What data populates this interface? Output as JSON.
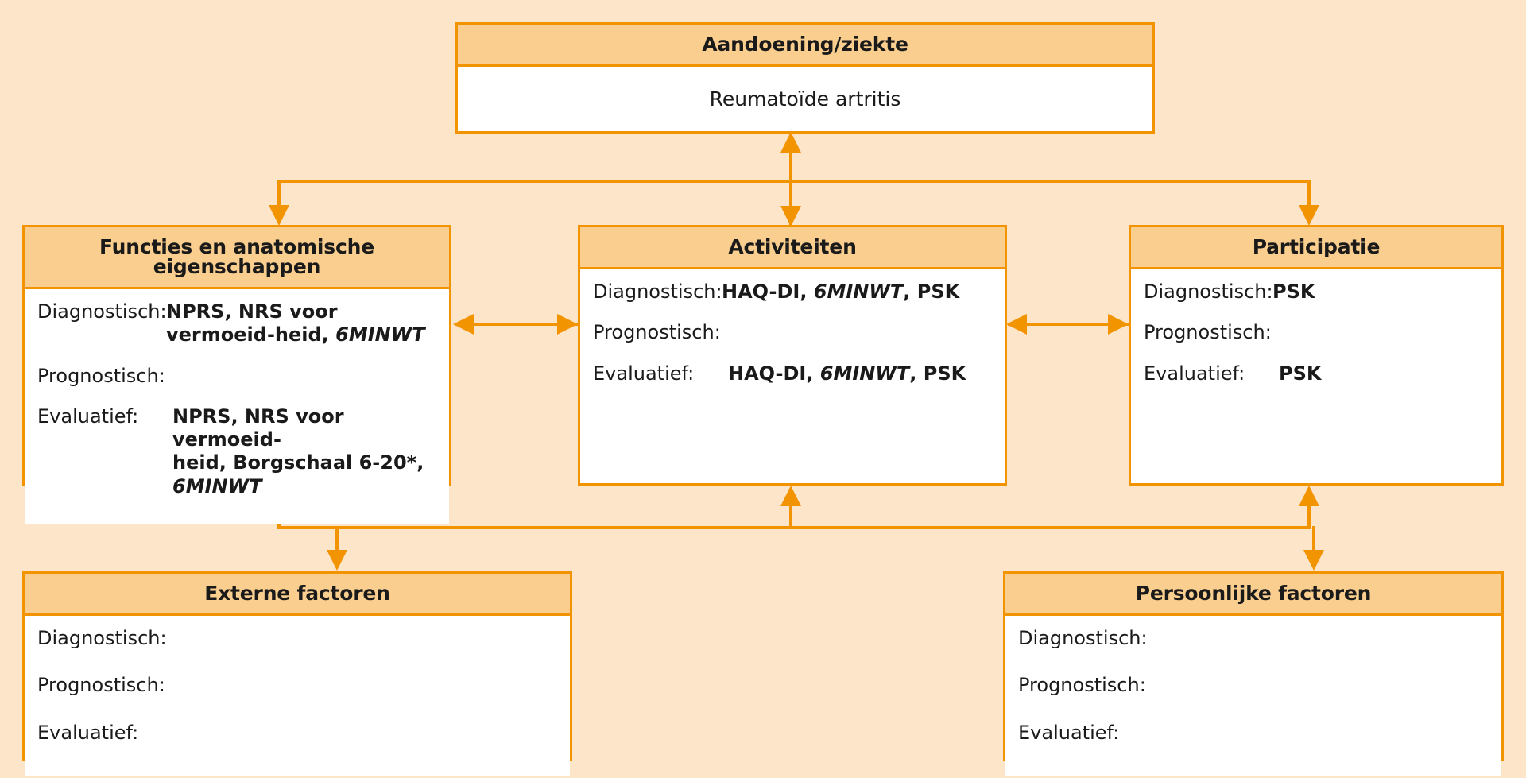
{
  "figure": {
    "type": "icf-model-diagram",
    "language": "nl",
    "background_color": "#fce5c8",
    "accent_color": "#f29400",
    "header_fill": "#f9ce8e"
  },
  "labels": {
    "diagnostic": "Diagnostisch:",
    "prognostic": "Prognostisch:",
    "evaluative": "Evaluatief:"
  },
  "condition_box": {
    "title": "Aandoening/ziekte",
    "value": "Reumatoïde artritis"
  },
  "functions_box": {
    "title": "Functies en anatomische eigenschappen",
    "diagnostic": "NPRS, NRS voor vermoeid-\nheid, 6MINWT",
    "diagnostic_plain": "NPRS, NRS voor vermoeid-heid, ",
    "diagnostic_italic": "6MINWT",
    "prognostic": "",
    "evaluative_plain": "NPRS, NRS voor vermoeid-\nheid, Borgschaal 6-20*,\n",
    "evaluative_italic": "6MINWT"
  },
  "activities_box": {
    "title": "Activiteiten",
    "diagnostic_pre": "HAQ-DI, ",
    "diagnostic_italic": "6MINWT",
    "diagnostic_post": ", PSK",
    "prognostic": "",
    "evaluative_pre": "HAQ-DI, ",
    "evaluative_italic": "6MINWT",
    "evaluative_post": ", PSK"
  },
  "participation_box": {
    "title": "Participatie",
    "diagnostic": "PSK",
    "prognostic": "",
    "evaluative": "PSK"
  },
  "external_box": {
    "title": "Externe factoren",
    "diagnostic": "",
    "prognostic": "",
    "evaluative": ""
  },
  "personal_box": {
    "title": "Persoonlijke factoren",
    "diagnostic": "",
    "prognostic": "",
    "evaluative": ""
  },
  "connectors": [
    {
      "name": "condition-to-activities",
      "direction": "bidirectional-vertical"
    },
    {
      "name": "bus-to-functions",
      "direction": "down"
    },
    {
      "name": "bus-to-participation",
      "direction": "down"
    },
    {
      "name": "functions-activities",
      "direction": "bidirectional-horizontal"
    },
    {
      "name": "activities-participation",
      "direction": "bidirectional-horizontal"
    },
    {
      "name": "external-to-functions",
      "direction": "up"
    },
    {
      "name": "bus-to-external",
      "direction": "down"
    },
    {
      "name": "bus-to-personal",
      "direction": "down"
    },
    {
      "name": "personal-to-participation",
      "direction": "up"
    },
    {
      "name": "bottom-bus-to-activities",
      "direction": "up"
    }
  ]
}
